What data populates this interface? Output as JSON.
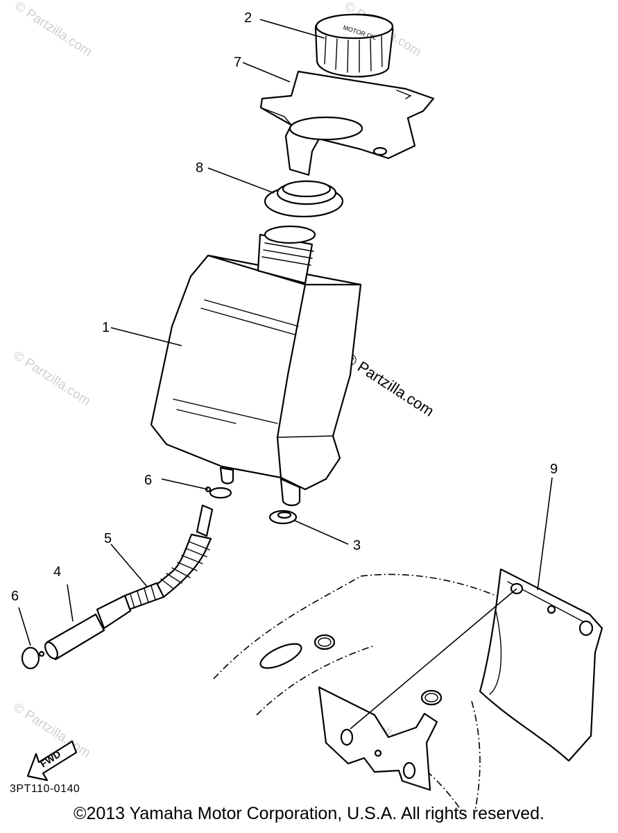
{
  "callouts": {
    "c1": "1",
    "c2": "2",
    "c3": "3",
    "c4": "4",
    "c5": "5",
    "c6a": "6",
    "c6b": "6",
    "c7": "7",
    "c8": "8",
    "c9": "9"
  },
  "cap_text": "MOTOR OIL",
  "fwd_label": "FWD",
  "watermark": {
    "center": "© Partzilla.com",
    "faint": "© Partzilla.com"
  },
  "part_code": "3PT110-0140",
  "copyright": "©2013  Yamaha Motor Corporation, U.S.A. All rights reserved."
}
